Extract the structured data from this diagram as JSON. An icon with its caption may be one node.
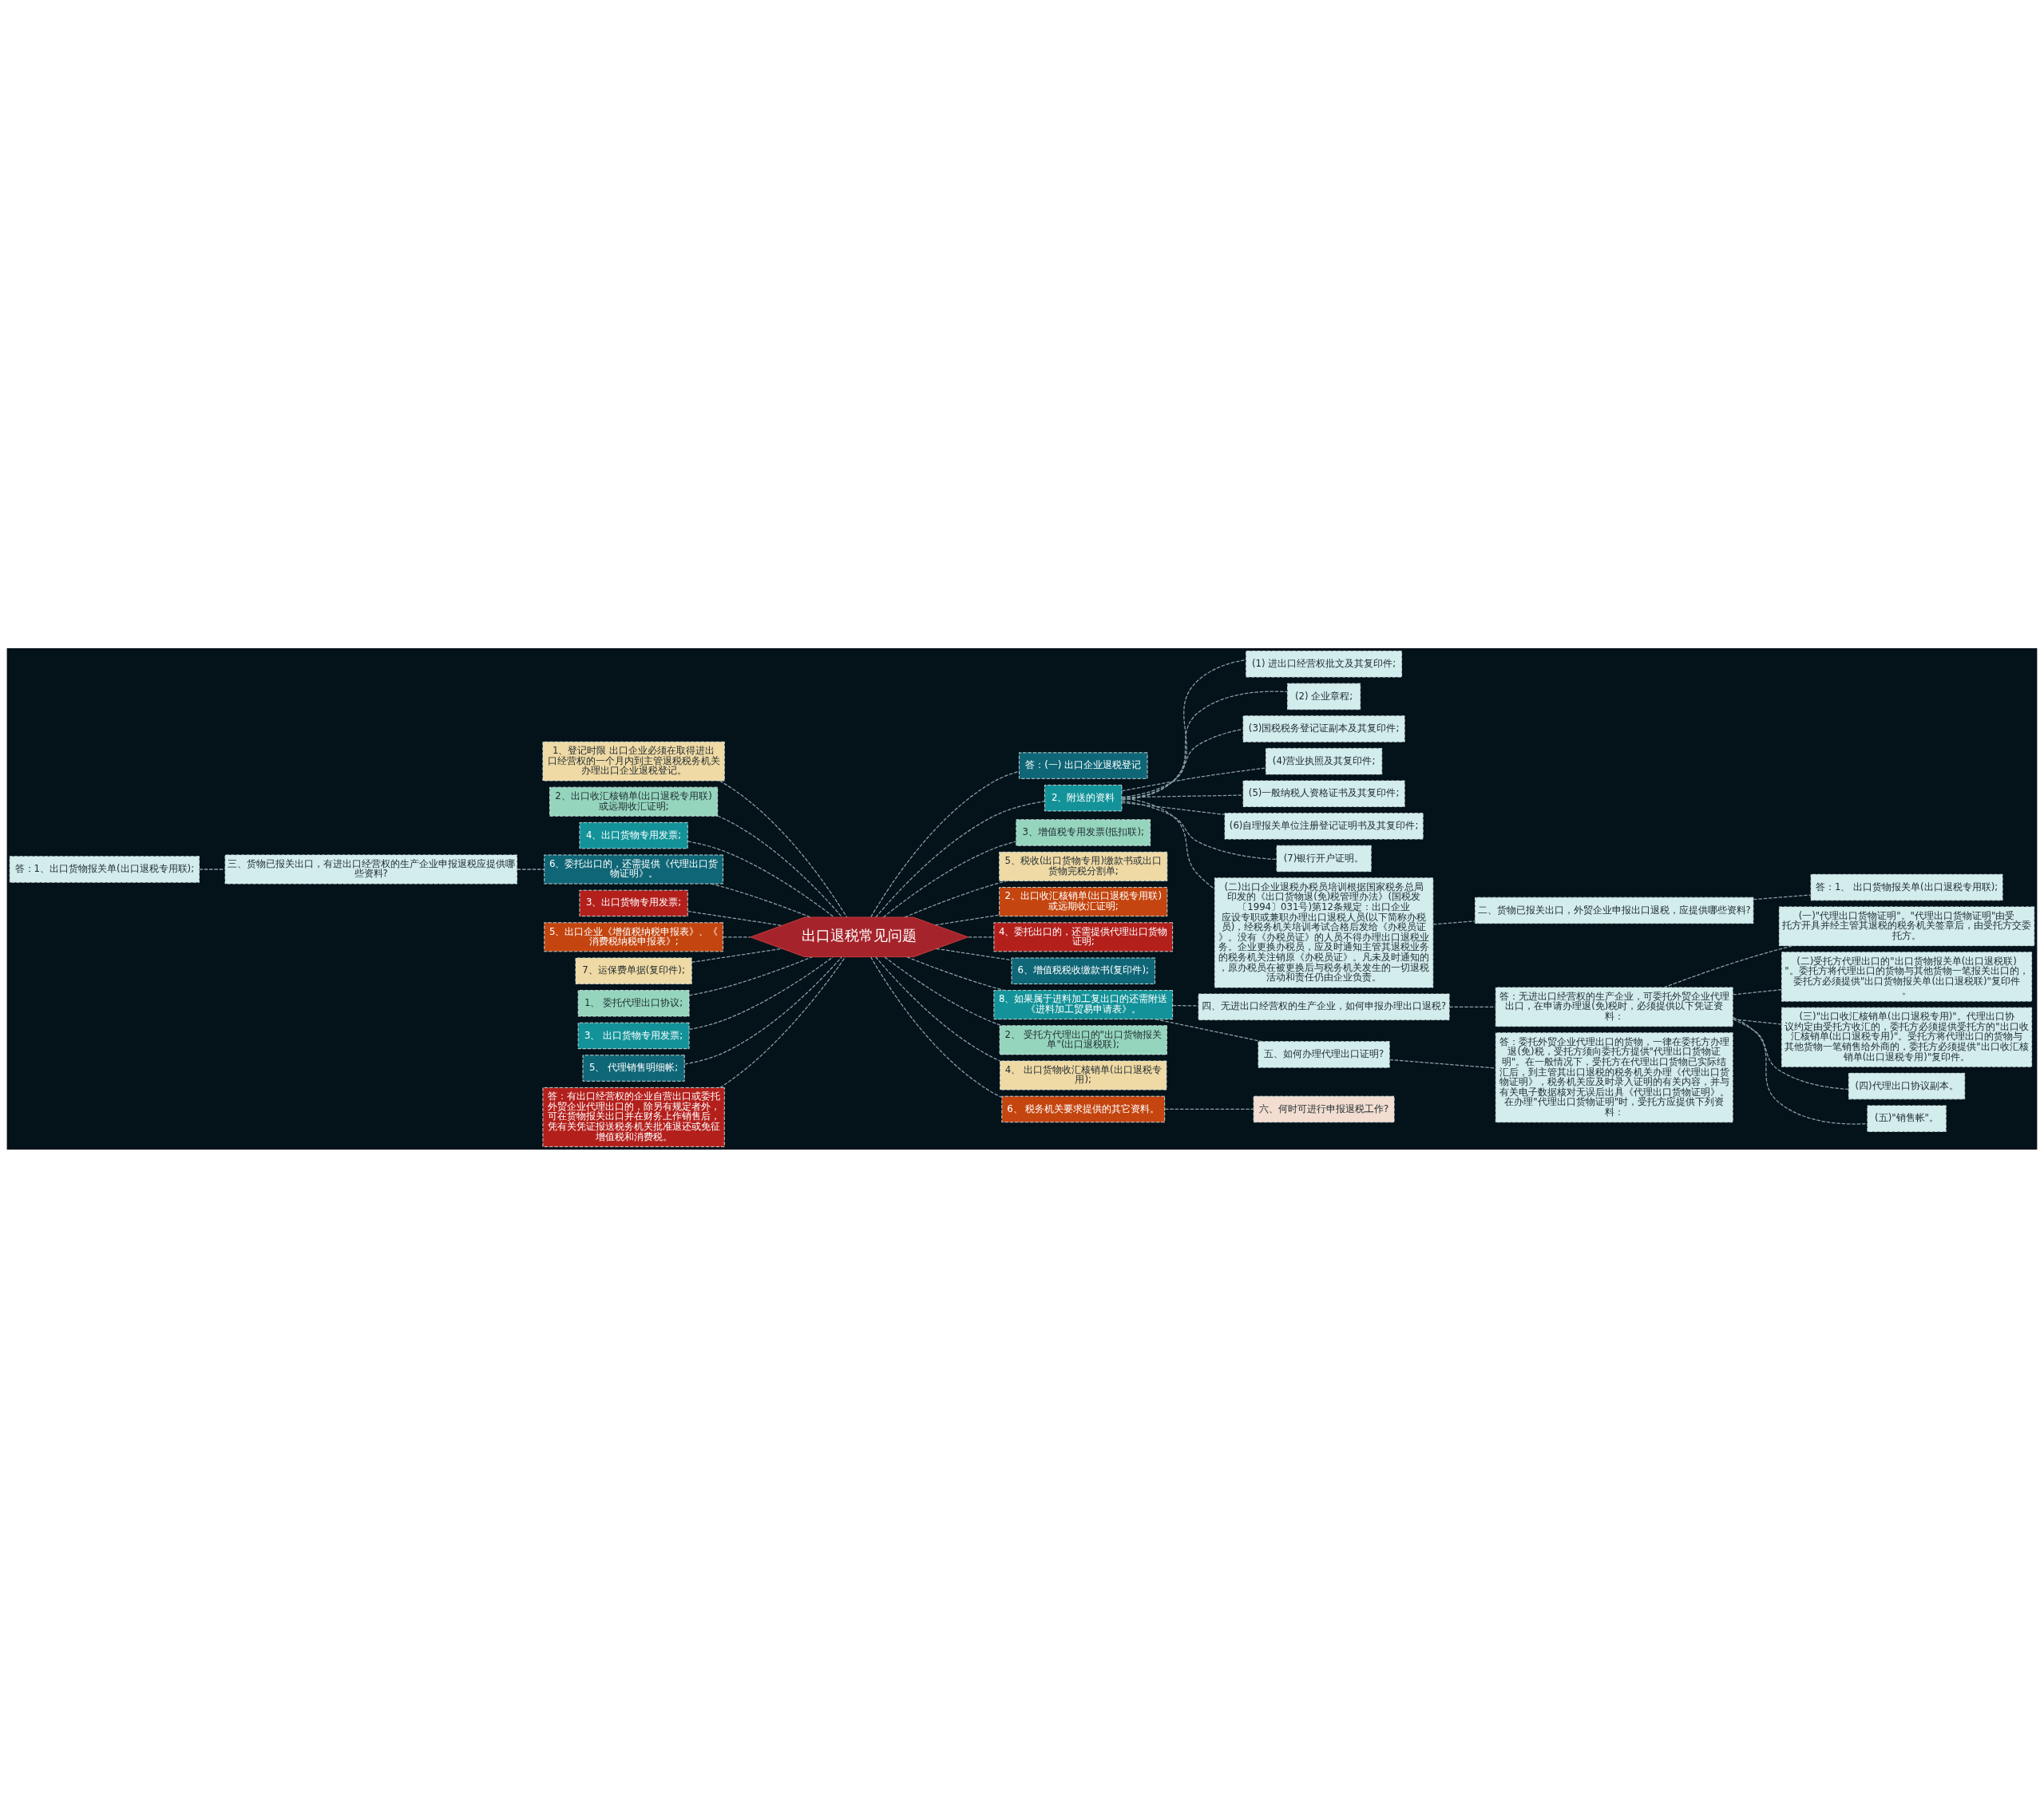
{
  "diagram": {
    "nodes": [
      {
        "text": [
          "出口退税常见问题"
        ]
      },
      {
        "text": [
          "答：(一) 出口企业退税登记"
        ]
      },
      {
        "text": [
          "2、附送的资料"
        ]
      },
      {
        "text": [
          "(1) 进出口经营权批文及其复印件;"
        ]
      },
      {
        "text": [
          "(2) 企业章程;"
        ]
      },
      {
        "text": [
          "(3)国税税务登记证副本及其复印件;"
        ]
      },
      {
        "text": [
          "(4)营业执照及其复印件;"
        ]
      },
      {
        "text": [
          "(5)一般纳税人资格证书及其复印件;"
        ]
      },
      {
        "text": [
          "(6)自理报关单位注册登记证明书及其复印件;"
        ]
      },
      {
        "text": [
          "(7)银行开户证明。"
        ]
      },
      {
        "text": [
          "(二)出口企业退税办税员培训根据国家税务总局印发的《出口货物退(免)税管理办法》(国税发〔1994〕031号)第12条规定：出口企业应设专职或兼职办理出口退税人员(以下简称办税员)，经税务机关培训考试合格后发给《办税员证》。没有《办税员证》的人员不得办理出口退税业务。企业更换办税员，应及时通知主管其退税业务的税务机关注销原《办税员证》。凡未及时通知的，原办税员在被更换后与税务机关发生的一切退税活动和责任仍由企业负责。"
        ]
      },
      {
        "text": [
          "二、货物已报关出口，外贸企业申报出口退税，应提供哪些资料?"
        ]
      },
      {
        "text": [
          "答：1、 出口货物报关单(出口退税专用联);"
        ]
      },
      {
        "text": [
          "3、增值税专用发票(抵扣联);"
        ]
      },
      {
        "text": [
          "5、税收(出口货物专用)缴款书或出口货物完税分割单;"
        ]
      },
      {
        "text": [
          "2、出口收汇核销单(出口退税专用联)或远期收汇证明;"
        ]
      },
      {
        "text": [
          "4、委托出口的，还需提供代理出口货物证明;"
        ]
      },
      {
        "text": [
          "6、增值税税收缴款书(复印件);"
        ]
      },
      {
        "text": [
          "8、如果属于进料加工复出口的还需附送《进料加工贸易申请表》。"
        ]
      },
      {
        "text": [
          "四、无进出口经营权的生产企业，如何申报办理出口退税?"
        ]
      },
      {
        "text": [
          "答：无进出口经营权的生产企业，可委托外贸企业代理出口，在申请办理退(免)税时，必须提供以下凭证资料："
        ]
      },
      {
        "text": [
          "(一)\"代理出口货物证明\"。\"代理出口货物证明\"由受托方开具并经主管其退税的税务机关签章后，由受托方交委托方。"
        ]
      },
      {
        "text": [
          "(二)受托方代理出口的\"出口货物报关单(出口退税联)\"。委托方将代理出口的货物与其他货物一笔报关出口的，委托方必须提供\"出口货物报关单(出口退税联)\"复印件。"
        ]
      },
      {
        "text": [
          "(三)\"出口收汇核销单(出口退税专用)\"。代理出口协议约定由受托方收汇的，委托方必须提供受托方的\"出口收汇核销单(出口退税专用)\"。受托方将代理出口的货物与其他货物一笔销售给外商的，委托方必须提供\"出口收汇核销单(出口退税专用)\"复印件。"
        ]
      },
      {
        "text": [
          "(四)代理出口协议副本。"
        ]
      },
      {
        "text": [
          "(五)\"销售帐\"。"
        ]
      },
      {
        "text": [
          "五、如何办理代理出口证明?"
        ]
      },
      {
        "text": [
          "答：委托外贸企业代理出口的货物，一律在委托方办理退(免)税，受托方须向委托方提供\"代理出口货物证明\"。在一般情况下，受托方在代理出口货物已实际结汇后，到主管其出口退税的税务机关办理《代理出口货物证明》，税务机关应及时录入证明的有关内容，并与有关电子数据核对无误后出具《代理出口货物证明》。在办理\"代理出口货物证明\"时，受托方应提供下列资料："
        ]
      },
      {
        "text": [
          "2、 受托方代理出口的\"出口货物报关单\"(出口退税联);"
        ]
      },
      {
        "text": [
          "4、 出口货物收汇核销单(出口退税专用);"
        ]
      },
      {
        "text": [
          "6、 税务机关要求提供的其它资料。"
        ]
      },
      {
        "text": [
          "六、何时可进行申报退税工作?"
        ]
      },
      {
        "text": [
          "1、登记时限 出口企业必须在取得进出口经营权的一个月内到主管退税税务机关办理出口企业退税登记。"
        ]
      },
      {
        "text": [
          "2、出口收汇核销单(出口退税专用联)或远期收汇证明;"
        ]
      },
      {
        "text": [
          "4、出口货物专用发票;"
        ]
      },
      {
        "text": [
          "6、委托出口的，还需提供《代理出口货物证明》。"
        ]
      },
      {
        "text": [
          "三、货物已报关出口，有进出口经营权的生产企业申报退税应提供哪些资料?"
        ]
      },
      {
        "text": [
          "答：1、出口货物报关单(出口退税专用联);"
        ]
      },
      {
        "text": [
          "3、出口货物专用发票;"
        ]
      },
      {
        "text": [
          "5、出口企业《增值税纳税申报表》、《消费税纳税申报表》;"
        ]
      },
      {
        "text": [
          "7、运保费单据(复印件);"
        ]
      },
      {
        "text": [
          "1、 委托代理出口协议;"
        ]
      },
      {
        "text": [
          "3、 出口货物专用发票;"
        ]
      },
      {
        "text": [
          "5、 代理销售明细帐;"
        ]
      },
      {
        "text": [
          "答：有出口经营权的企业自营出口或委托外贸企业代理出口的，除另有规定者外，可在货物报关出口并在财务上作销售后，凭有关凭证报送税务机关批准退还或免征增值税和消费税。"
        ]
      }
    ],
    "edges": [
      {
        "from": 0,
        "to": 1,
        "arrow": "none",
        "style": "dashed"
      },
      {
        "from": 0,
        "to": 2,
        "arrow": "none",
        "style": "dashed"
      },
      {
        "from": 2,
        "to": 3,
        "arrow": "none",
        "style": "dashed"
      },
      {
        "from": 2,
        "to": 4,
        "arrow": "none",
        "style": "dashed"
      },
      {
        "from": 2,
        "to": 5,
        "arrow": "none",
        "style": "dashed"
      },
      {
        "from": 2,
        "to": 6,
        "arrow": "none",
        "style": "dashed"
      },
      {
        "from": 2,
        "to": 7,
        "arrow": "none",
        "style": "dashed"
      },
      {
        "from": 2,
        "to": 8,
        "arrow": "none",
        "style": "dashed"
      },
      {
        "from": 2,
        "to": 9,
        "arrow": "none",
        "style": "dashed"
      },
      {
        "from": 2,
        "to": 10,
        "arrow": "none",
        "style": "dashed"
      },
      {
        "from": 10,
        "to": 11,
        "arrow": "none",
        "style": "dashed"
      },
      {
        "from": 11,
        "to": 12,
        "arrow": "none",
        "style": "dashed"
      },
      {
        "from": 0,
        "to": 13,
        "arrow": "none",
        "style": "dashed"
      },
      {
        "from": 0,
        "to": 14,
        "arrow": "none",
        "style": "dashed"
      },
      {
        "from": 0,
        "to": 15,
        "arrow": "none",
        "style": "dashed"
      },
      {
        "from": 0,
        "to": 16,
        "arrow": "none",
        "style": "dashed"
      },
      {
        "from": 0,
        "to": 17,
        "arrow": "none",
        "style": "dashed"
      },
      {
        "from": 0,
        "to": 18,
        "arrow": "none",
        "style": "dashed"
      },
      {
        "from": 18,
        "to": 19,
        "arrow": "none",
        "style": "dashed"
      },
      {
        "from": 19,
        "to": 20,
        "arrow": "none",
        "style": "dashed"
      },
      {
        "from": 20,
        "to": 21,
        "arrow": "none",
        "style": "dashed"
      },
      {
        "from": 20,
        "to": 22,
        "arrow": "none",
        "style": "dashed"
      },
      {
        "from": 20,
        "to": 23,
        "arrow": "none",
        "style": "dashed"
      },
      {
        "from": 20,
        "to": 24,
        "arrow": "none",
        "style": "dashed"
      },
      {
        "from": 20,
        "to": 25,
        "arrow": "none",
        "style": "dashed"
      },
      {
        "from": 18,
        "to": 26,
        "arrow": "none",
        "style": "dashed"
      },
      {
        "from": 26,
        "to": 27,
        "arrow": "none",
        "style": "dashed"
      },
      {
        "from": 0,
        "to": 28,
        "arrow": "none",
        "style": "dashed"
      },
      {
        "from": 0,
        "to": 29,
        "arrow": "none",
        "style": "dashed"
      },
      {
        "from": 0,
        "to": 30,
        "arrow": "none",
        "style": "dashed"
      },
      {
        "from": 30,
        "to": 31,
        "arrow": "none",
        "style": "dashed"
      },
      {
        "from": 0,
        "to": 32,
        "arrow": "none",
        "style": "dashed"
      },
      {
        "from": 0,
        "to": 33,
        "arrow": "none",
        "style": "dashed"
      },
      {
        "from": 0,
        "to": 34,
        "arrow": "none",
        "style": "dashed"
      },
      {
        "from": 0,
        "to": 35,
        "arrow": "none",
        "style": "dashed"
      },
      {
        "from": 35,
        "to": 36,
        "arrow": "none",
        "style": "dashed"
      },
      {
        "from": 36,
        "to": 37,
        "arrow": "none",
        "style": "dashed"
      },
      {
        "from": 0,
        "to": 38,
        "arrow": "none",
        "style": "dashed"
      },
      {
        "from": 0,
        "to": 39,
        "arrow": "none",
        "style": "dashed"
      },
      {
        "from": 0,
        "to": 40,
        "arrow": "none",
        "style": "dashed"
      },
      {
        "from": 0,
        "to": 41,
        "arrow": "none",
        "style": "dashed"
      },
      {
        "from": 0,
        "to": 42,
        "arrow": "none",
        "style": "dashed"
      },
      {
        "from": 0,
        "to": 43,
        "arrow": "none",
        "style": "dashed"
      },
      {
        "from": 0,
        "to": 44,
        "arrow": "none",
        "style": "dashed"
      }
    ]
  }
}
